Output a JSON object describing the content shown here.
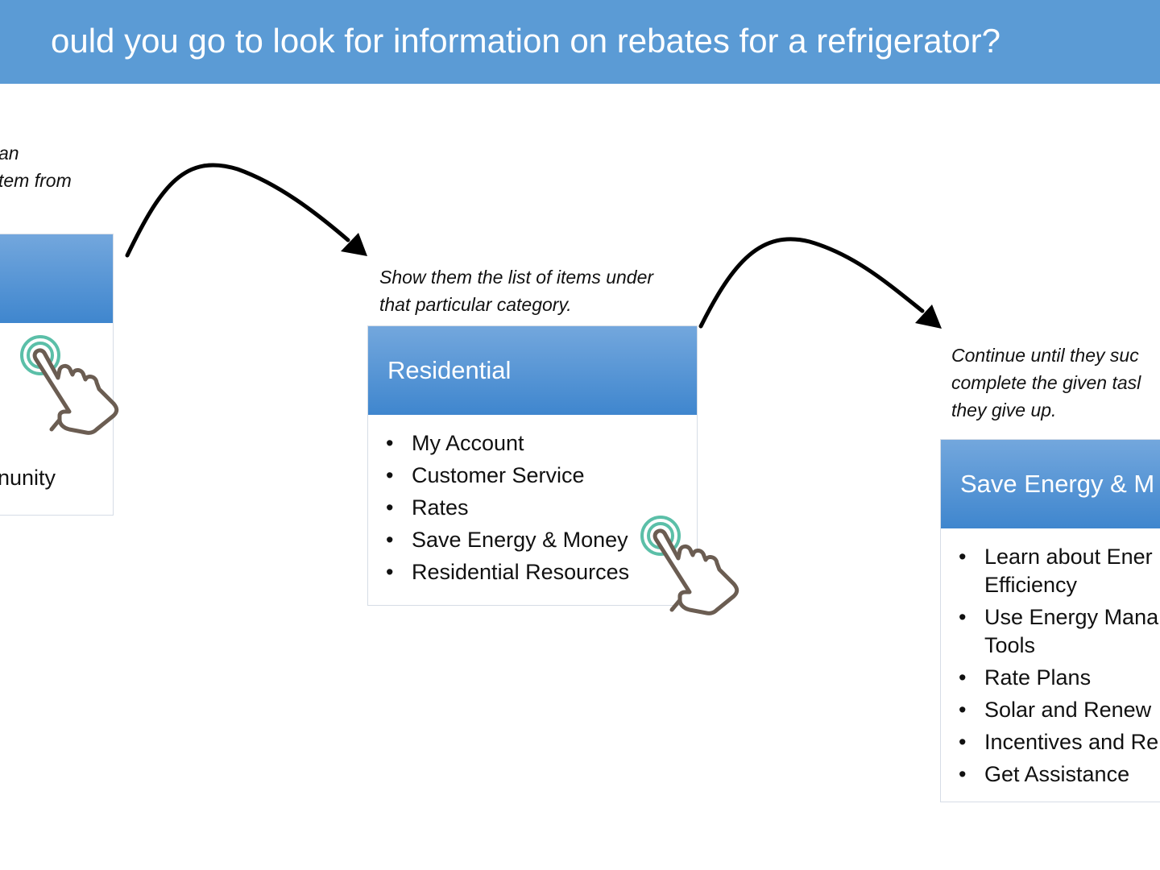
{
  "header": {
    "title": "ould you go to look for information on rebates for a refrigerator?"
  },
  "step1": {
    "note_lines": [
      "an",
      "tem from"
    ],
    "partial_item": "nunity"
  },
  "step2": {
    "note_lines": [
      "Show them the list of items under",
      "that particular category."
    ],
    "card_title": "Residential",
    "items": [
      "My Account",
      "Customer Service",
      "Rates",
      "Save Energy & Money",
      "Residential Resources"
    ]
  },
  "step3": {
    "note_lines": [
      "Continue until they suc",
      "complete the given tasl",
      "they give up."
    ],
    "card_title": "Save Energy & M",
    "items": [
      {
        "line1": "Learn about Ener",
        "line2": "Efficiency"
      },
      {
        "line1": "Use Energy Mana",
        "line2": "Tools"
      },
      {
        "line1": "Rate Plans",
        "line2": ""
      },
      {
        "line1": "Solar and Renew",
        "line2": ""
      },
      {
        "line1": "Incentives and Re",
        "line2": ""
      },
      {
        "line1": "Get Assistance",
        "line2": ""
      }
    ]
  },
  "icons": {
    "arrow": "curved-arrow-icon",
    "tap": "tap-hand-icon"
  },
  "colors": {
    "banner": "#5b9bd5",
    "card_header": "#4a90d9",
    "tap_ring": "#5bbfa8",
    "hand_outline": "#6b5d52"
  }
}
